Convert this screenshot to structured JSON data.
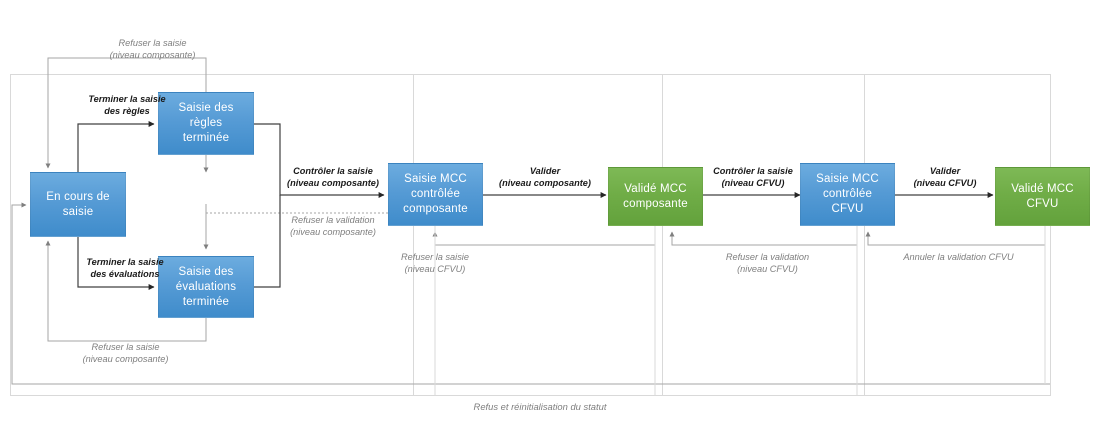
{
  "diagram": {
    "title": "",
    "caption": "Refus et réinitialisation du statut",
    "colors": {
      "blue": "#5B9BD5",
      "green": "#70AD47",
      "solid_edge": "#404040",
      "dashed_edge": "#bfbfbf",
      "gray_text": "#7f7f7f",
      "dark_text": "#1a1a1a"
    },
    "nodes": [
      {
        "id": "en-cours-de-saisie",
        "label": "En cours de\nsaisie",
        "color": "blue"
      },
      {
        "id": "saisie-des-regles-terminee",
        "label": "Saisie des\nrègles\nterminée",
        "color": "blue"
      },
      {
        "id": "saisie-des-evaluations-terminee",
        "label": "Saisie des\névaluations\nterminée",
        "color": "blue"
      },
      {
        "id": "saisie-mcc-controlee-composante",
        "label": "Saisie MCC\ncontrôlée\ncomposante",
        "color": "blue"
      },
      {
        "id": "valide-mcc-composante",
        "label": "Validé MCC\ncomposante",
        "color": "green"
      },
      {
        "id": "saisie-mcc-controlee-cfvu",
        "label": "Saisie MCC\ncontrôlée\nCFVU",
        "color": "blue"
      },
      {
        "id": "valide-mcc-cfvu",
        "label": "Validé  MCC\nCFVU",
        "color": "green"
      }
    ],
    "edges": [
      {
        "id": "terminer-la-saisie-des-regles",
        "label": "Terminer la saisie\ndes règles",
        "style": "solid"
      },
      {
        "id": "terminer-la-saisie-des-evaluations",
        "label": "Terminer la saisie\ndes évaluations",
        "style": "solid"
      },
      {
        "id": "refuser-la-saisie-niveau-composante-haut",
        "label": "Refuser la saisie\n(niveau composante)",
        "style": "gray"
      },
      {
        "id": "refuser-la-saisie-niveau-composante-bas",
        "label": "Refuser la saisie\n(niveau composante)",
        "style": "gray"
      },
      {
        "id": "controler-la-saisie-niveau-composante",
        "label": "Contrôler la saisie\n(niveau composante)",
        "style": "solid"
      },
      {
        "id": "refuser-la-validation-niveau-composante",
        "label": "Refuser la validation\n(niveau composante)",
        "style": "gray"
      },
      {
        "id": "valider-niveau-composante",
        "label": "Valider\n(niveau composante)",
        "style": "solid"
      },
      {
        "id": "refuser-la-saisie-niveau-cfvu",
        "label": "Refuser la saisie\n(niveau CFVU)",
        "style": "gray"
      },
      {
        "id": "controler-la-saisie-niveau-cfvu",
        "label": "Contrôler la saisie\n(niveau CFVU)",
        "style": "solid"
      },
      {
        "id": "refuser-la-validation-niveau-cfvu",
        "label": "Refuser la validation\n(niveau CFVU)",
        "style": "gray"
      },
      {
        "id": "valider-niveau-cfvu",
        "label": "Valider\n(niveau CFVU)",
        "style": "solid"
      },
      {
        "id": "annuler-la-validation-cfvu",
        "label": "Annuler la validation CFVU",
        "style": "gray"
      }
    ]
  }
}
